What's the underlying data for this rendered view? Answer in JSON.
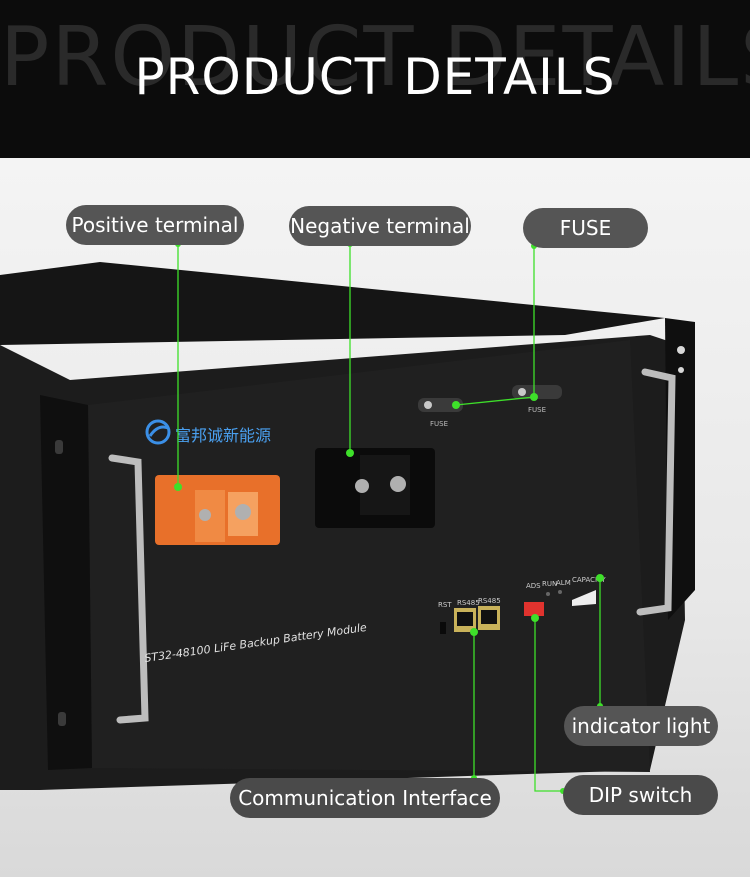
{
  "header": {
    "ghost_text": "PRODUCT DETAILS",
    "title": "PRODUCT DETAILS"
  },
  "product": {
    "brand": "富邦诚新能源",
    "model": "ST32-48100 LiFe Backup Battery Module",
    "fuse_label_left": "FUSE",
    "fuse_label_right": "FUSE",
    "port_labels": {
      "rst": "RST",
      "rs485_a": "RS485",
      "rs485_b": "RS485"
    },
    "status_labels": {
      "ads": "ADS",
      "run": "RUN",
      "alm": "ALM",
      "capacity": "CAPACITY"
    }
  },
  "callouts": {
    "positive_terminal": "Positive terminal",
    "negative_terminal": "Negative terminal",
    "fuse": "FUSE",
    "indicator_light": "indicator light",
    "communication_interface": "Communication Interface",
    "dip_switch": "DIP switch"
  },
  "colors": {
    "accent_green": "#3ee02a",
    "pill": "#555555",
    "terminal_orange": "#e8702a"
  }
}
